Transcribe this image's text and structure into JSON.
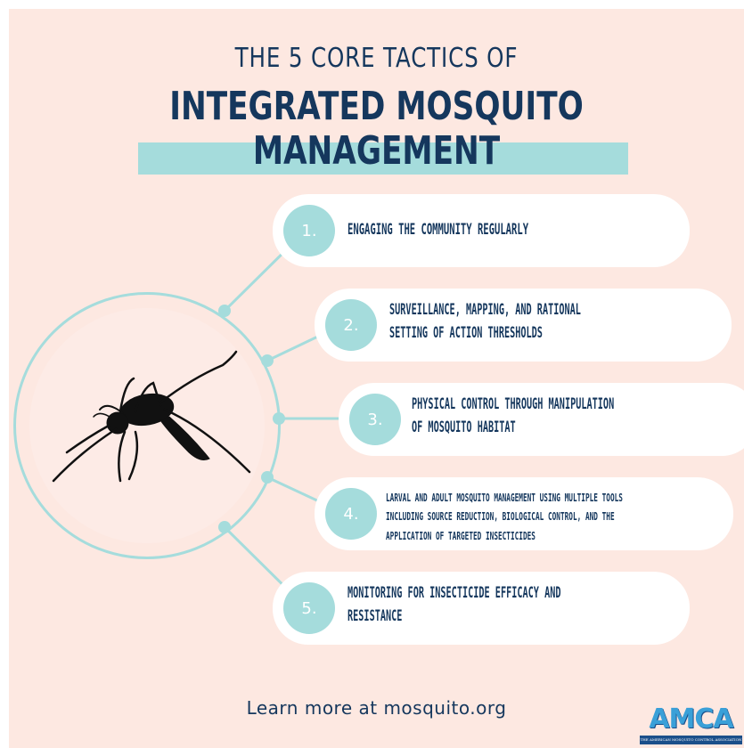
{
  "title": {
    "line1": "THE 5 CORE TACTICS OF",
    "line2": "INTEGRATED MOSQUITO",
    "line3": "MANAGEMENT"
  },
  "tactics": [
    {
      "number": "1.",
      "lines": [
        "ENGAGING THE COMMUNITY REGULARLY"
      ]
    },
    {
      "number": "2.",
      "lines": [
        "SURVEILLANCE, MAPPING, AND RATIONAL",
        "SETTING OF ACTION THRESHOLDS"
      ]
    },
    {
      "number": "3.",
      "lines": [
        "PHYSICAL CONTROL THROUGH MANIPULATION",
        "OF MOSQUITO HABITAT"
      ]
    },
    {
      "number": "4.",
      "lines": [
        "LARVAL AND ADULT MOSQUITO MANAGEMENT USING MULTIPLE TOOLS",
        "INCLUDING SOURCE REDUCTION, BIOLOGICAL CONTROL, AND THE",
        "APPLICATION OF TARGETED INSECTICIDES"
      ]
    },
    {
      "number": "5.",
      "lines": [
        "MONITORING FOR INSECTICIDE EFFICACY AND",
        "RESISTANCE"
      ]
    }
  ],
  "footer": {
    "text": "Learn more at mosquito.org"
  },
  "logo": {
    "text": "AMCA",
    "subtitle": "THE AMERICAN MOSQUITO CONTROL ASSOCIATION"
  },
  "colors": {
    "navy": "#15375d",
    "teal": "#a5dcdc",
    "background": "#fde8e1",
    "pill": "#ffffff"
  }
}
